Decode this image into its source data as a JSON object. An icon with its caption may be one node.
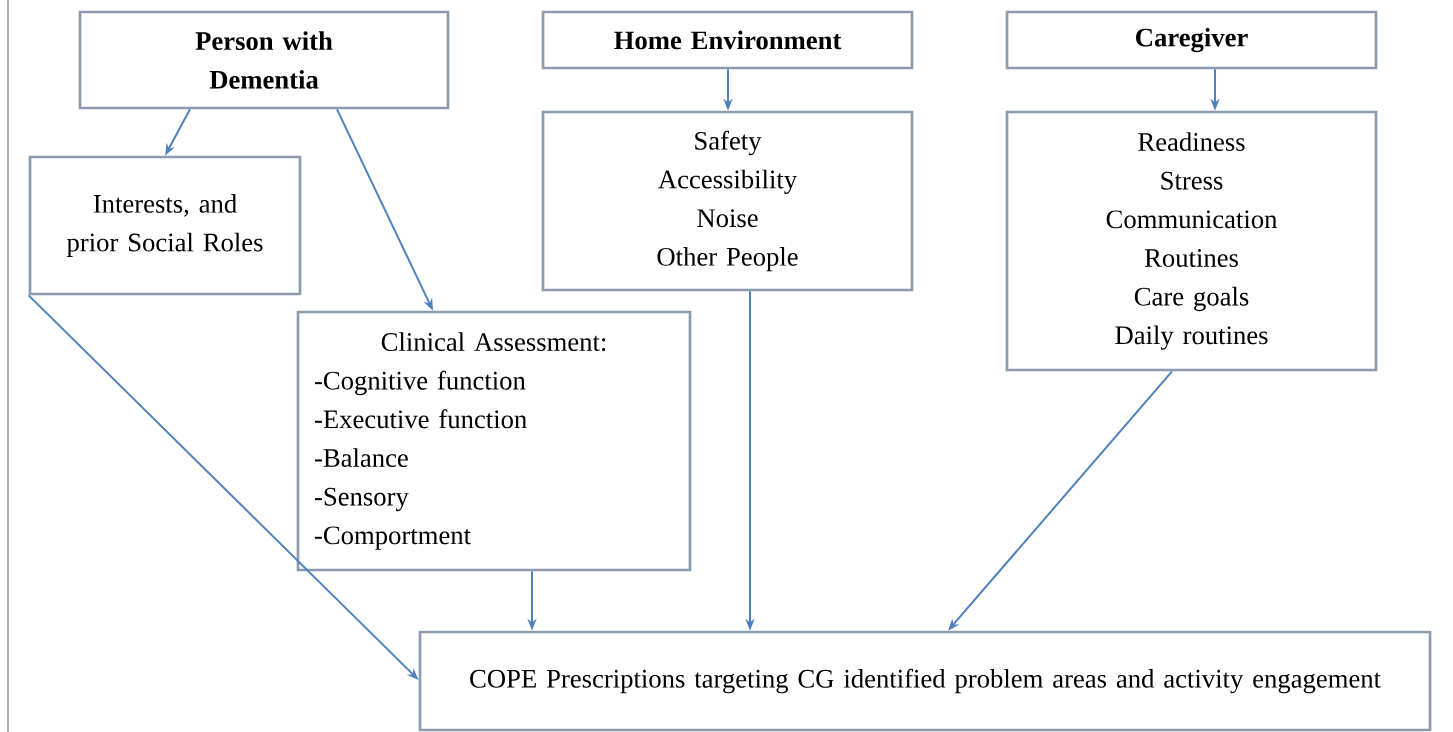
{
  "diagram": {
    "nodes": [
      {
        "text": [
          "Person with Dementia"
        ]
      },
      {
        "text": [
          "Home Environment"
        ]
      },
      {
        "text": [
          "Caregiver"
        ]
      },
      {
        "text": [
          "Interests, and prior Social Roles"
        ]
      },
      {
        "text": [
          "Safety",
          "Accessibility",
          "Noise",
          "Other People"
        ]
      },
      {
        "text": [
          "Readiness",
          "Stress",
          "Communication",
          "Routines",
          "Care goals",
          "Daily routines"
        ]
      },
      {
        "text": [
          "Clinical Assessment:",
          "-Cognitive function",
          "-Executive function",
          "-Balance",
          "-Sensory",
          "-Comportment"
        ]
      },
      {
        "text": [
          "COPE Prescriptions targeting CG identified problem areas and activity engagement"
        ]
      }
    ],
    "edges": [
      {
        "from": 0,
        "to": 3,
        "arrow": "to"
      },
      {
        "from": 0,
        "to": 6,
        "arrow": "to"
      },
      {
        "from": 1,
        "to": 4,
        "arrow": "to"
      },
      {
        "from": 2,
        "to": 5,
        "arrow": "to"
      },
      {
        "from": 3,
        "to": 7,
        "arrow": "to"
      },
      {
        "from": 6,
        "to": 7,
        "arrow": "to"
      },
      {
        "from": 4,
        "to": 7,
        "arrow": "to"
      },
      {
        "from": 5,
        "to": 7,
        "arrow": "to"
      }
    ]
  }
}
